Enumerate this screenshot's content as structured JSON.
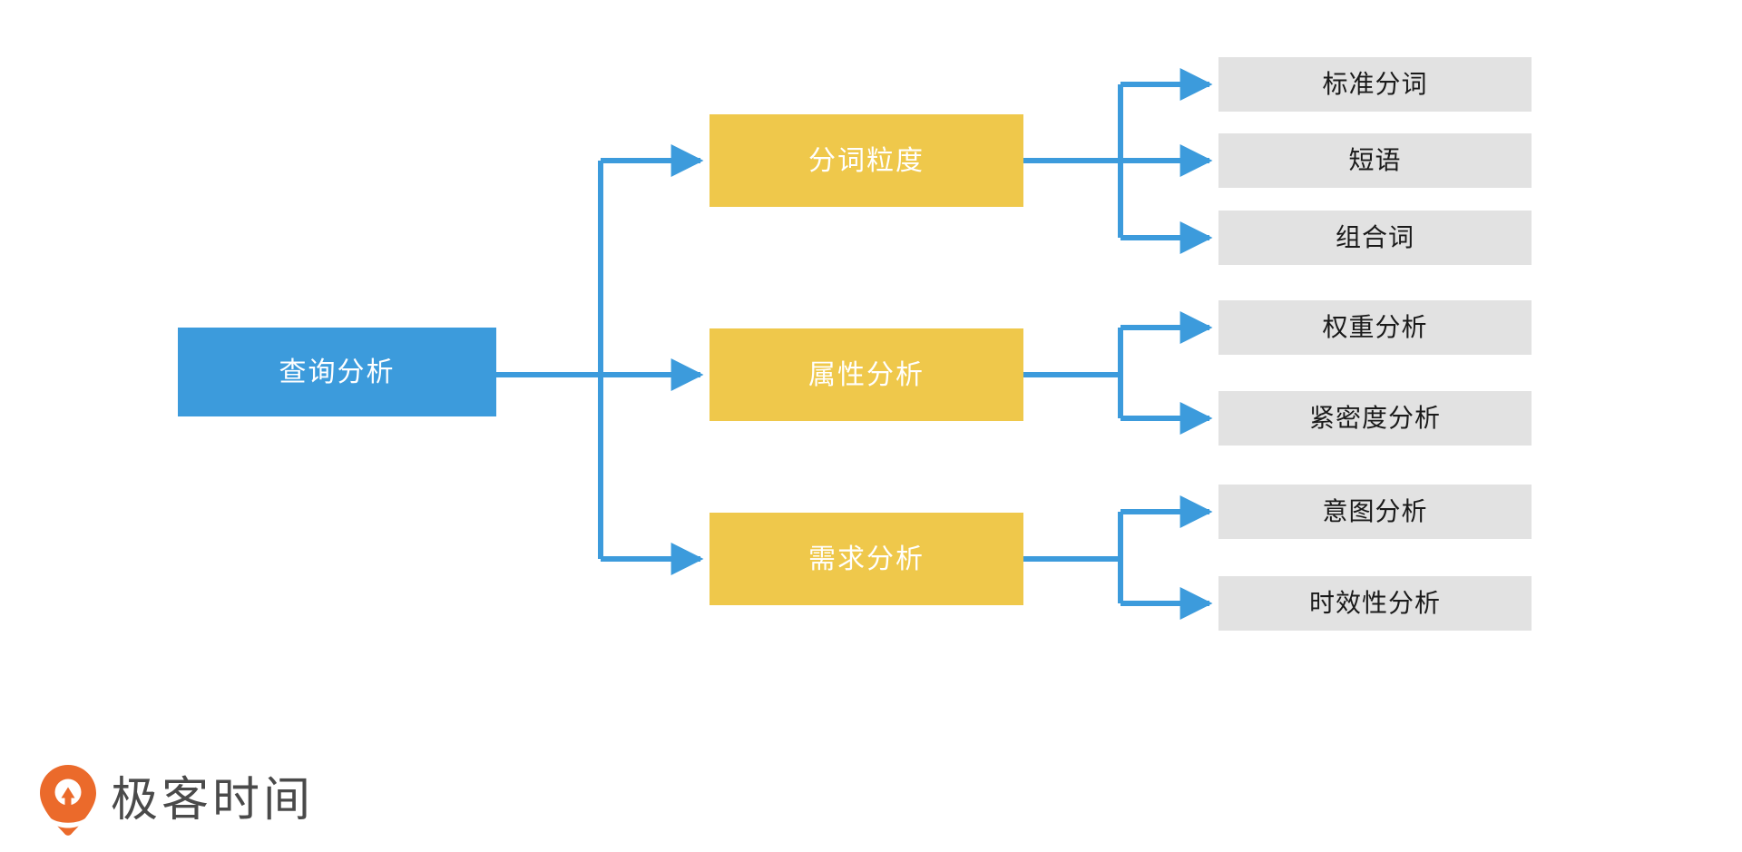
{
  "diagram": {
    "type": "tree",
    "orientation": "left-to-right",
    "title": "",
    "root": {
      "label": "查询分析",
      "color": "#3C9BDC",
      "text_color": "#FFFFFF"
    },
    "branch_color": "#EFC84B",
    "branch_text_color": "#FFFFFF",
    "leaf_color": "#E2E2E2",
    "leaf_text_color": "#1A1A1A",
    "connector_color": "#3C9BDC",
    "background": "#FFFFFF",
    "branches": [
      {
        "label": "分词粒度",
        "leaves": [
          {
            "label": "标准分词"
          },
          {
            "label": "短语"
          },
          {
            "label": "组合词"
          }
        ]
      },
      {
        "label": "属性分析",
        "leaves": [
          {
            "label": "权重分析"
          },
          {
            "label": "紧密度分析"
          }
        ]
      },
      {
        "label": "需求分析",
        "leaves": [
          {
            "label": "意图分析"
          },
          {
            "label": "时效性分析"
          }
        ]
      }
    ]
  },
  "logo": {
    "name": "geektime-logo",
    "text": "极客时间",
    "mark_color": "#EB6A2B",
    "text_color": "#4A4A4A"
  }
}
